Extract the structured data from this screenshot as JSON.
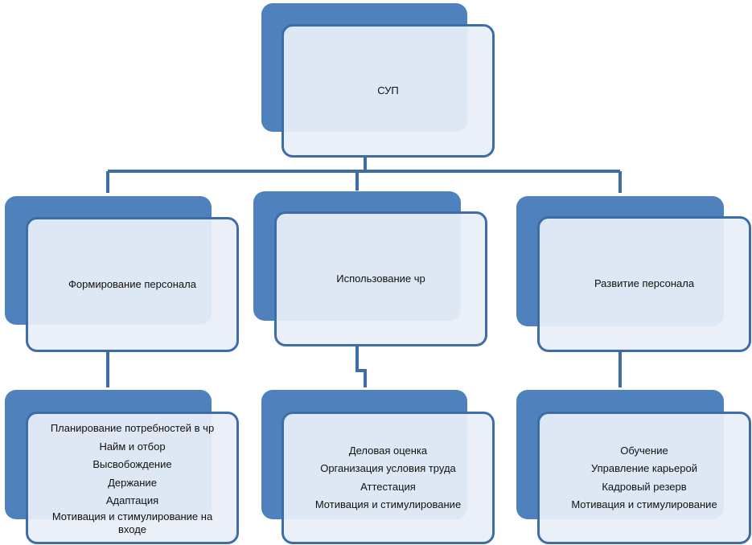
{
  "root": {
    "label": "СУП"
  },
  "branches": [
    {
      "label": "Формирование персонала",
      "items": [
        "Планирование потребностей в чр",
        "Найм и отбор",
        "Высвобождение",
        "Держание",
        "Адаптация",
        "Мотивация и стимулирование на входе"
      ]
    },
    {
      "label": "Использование чр",
      "items": [
        "Деловая оценка",
        "Организация условия труда",
        "Аттестация",
        "Мотивация и стимулирование"
      ]
    },
    {
      "label": "Развитие персонала",
      "items": [
        "Обучение",
        "Управление карьерой",
        "Кадровый резерв",
        "Мотивация и стимулирование"
      ]
    }
  ],
  "colors": {
    "box_fill": "#4f81bd",
    "card_fill": "#e9eff8",
    "connector": "#3d6da8"
  }
}
